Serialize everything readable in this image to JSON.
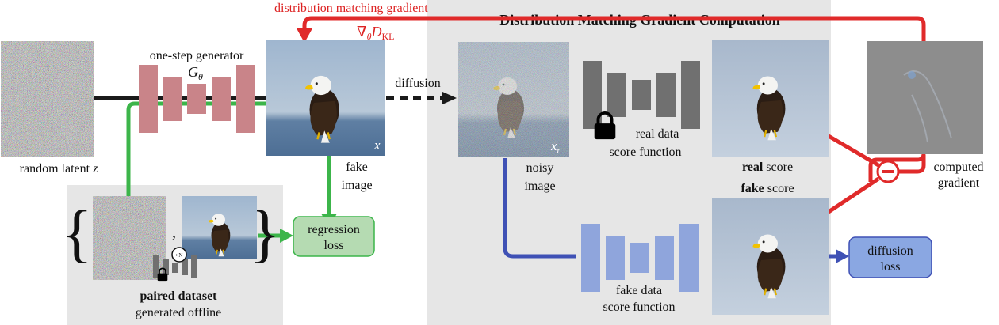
{
  "colors": {
    "red": "#e02a2a",
    "green": "#3cb54a",
    "blue": "#3f51b5",
    "generator_block": "#c98489",
    "real_score_block": "#707070",
    "fake_score_block": "#8fa5dc",
    "panel_bg": "#e6e6e6",
    "regression_box": "#b5dbb2",
    "diffusion_box": "#8aa7e2"
  },
  "labels": {
    "dm_gradient": "distribution matching gradient",
    "grad_symbol": "∇",
    "grad_sub_theta": "θ",
    "grad_D": "D",
    "grad_KL": "KL",
    "panel_title": "Distribution Matching Gradient Computation",
    "one_step_generator": "one-step generator",
    "G": "G",
    "G_sub": "θ",
    "diffusion": "diffusion",
    "random_latent": "random latent",
    "z": "z",
    "fake_image_1": "fake",
    "fake_image_2": "image",
    "x": "x",
    "xt_x": "x",
    "xt_t": "t",
    "noisy_image_1": "noisy",
    "noisy_image_2": "image",
    "real_data_1": "real data",
    "real_data_2": "score function",
    "real_bold": "real",
    "real_score_rest": " score",
    "fake_bold": "fake",
    "fake_score_rest": " score",
    "computed_1": "computed",
    "computed_2": "gradient",
    "regression_1": "regression",
    "regression_2": "loss",
    "diffusion_loss_1": "diffusion",
    "diffusion_loss_2": "loss",
    "fake_data_1": "fake data",
    "fake_data_2": "score function",
    "paired_dataset": "paired dataset",
    "generated_offline": "generated offline",
    "comma": ",",
    "mini_ddim": "×N"
  },
  "icons": {
    "lock": "lock-icon",
    "minus": "minus-circle-icon",
    "refresh": "refresh-icon",
    "eagle": "eagle-photo-icon",
    "noise": "noise-image-icon"
  }
}
